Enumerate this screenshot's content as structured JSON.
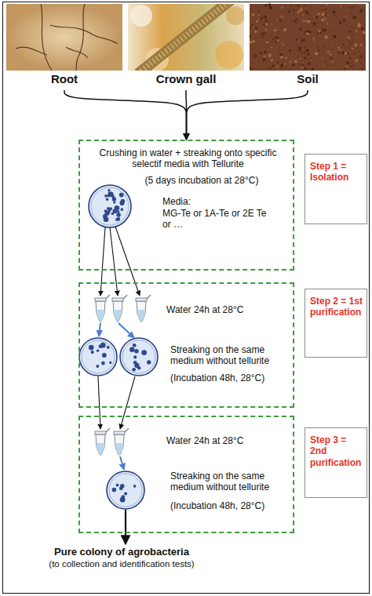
{
  "diagram": {
    "nodes": [
      {
        "text": [
          "Root"
        ]
      },
      {
        "text": [
          "Crown gall"
        ]
      },
      {
        "text": [
          "Soil"
        ]
      },
      {
        "text": [
          "Crushing in water + streaking onto specific selectif media with Tellurite",
          "(5 days incubation at 28°C)",
          "Media:",
          "MG-Te or 1A-Te or 2E Te or …"
        ]
      },
      {
        "text": [
          "Step 1 = Isolation"
        ]
      },
      {
        "text": [
          "Water 24h at 28°C",
          "Streaking on the same medium without tellurite",
          "(Incubation 48h, 28°C)"
        ]
      },
      {
        "text": [
          "Step 2 = 1st purification"
        ]
      },
      {
        "text": [
          "Water 24h at 28°C",
          "Streaking on the same medium without tellurite",
          "(Incubation 48h, 28°C)"
        ]
      },
      {
        "text": [
          "Step 3 = 2nd purification"
        ]
      }
    ],
    "edges": [
      {
        "from": 0,
        "to": 3,
        "arrow": "to"
      },
      {
        "from": 1,
        "to": 3,
        "arrow": "to"
      },
      {
        "from": 2,
        "to": 3,
        "arrow": "to"
      }
    ],
    "labels": [
      "Pure colony of agrobacteria",
      "(to collection and identification tests)"
    ]
  }
}
